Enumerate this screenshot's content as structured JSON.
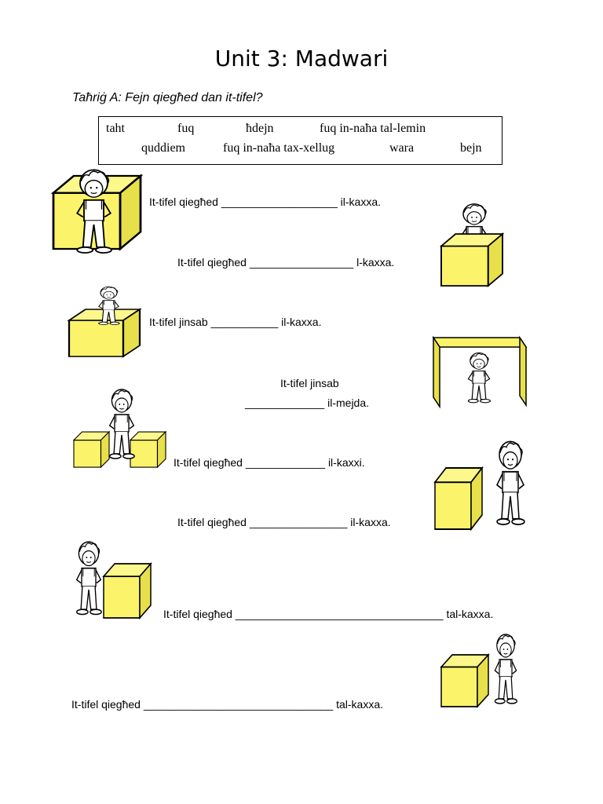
{
  "title": "Unit 3: Madwari",
  "exercise_title": "Taħriġ A: Fejn qiegħed dan it-tifel?",
  "word_bank": {
    "row1": [
      "taht",
      "fuq",
      "ħdejn",
      "fuq in-naħa tal-lemin"
    ],
    "row2": [
      "quddiem",
      "fuq in-naħa tax-xellug",
      "wara",
      "bejn"
    ]
  },
  "sentences": [
    "It-tifel qiegħed ___________________ il-kaxxa.",
    "It-tifel qiegħed _________________ l-kaxxa.",
    "It-tifel jinsab ___________ il-kaxxa.",
    "It-tifel jinsab",
    "_____________ il-mejda.",
    "It-tifel qiegħed _____________ il-kaxxi.",
    "It-tifel qiegħed ________________ il-kaxxa.",
    "It-tifel qiegħed __________________________________ tal-kaxxa.",
    "It-tifel qiegħed _______________________________ tal-kaxxa."
  ],
  "colors": {
    "box_fill": "#fbf46a",
    "box_side": "#e8e04a",
    "line": "#000000"
  },
  "icons": [
    "boy-figure",
    "yellow-box",
    "table-figure"
  ]
}
